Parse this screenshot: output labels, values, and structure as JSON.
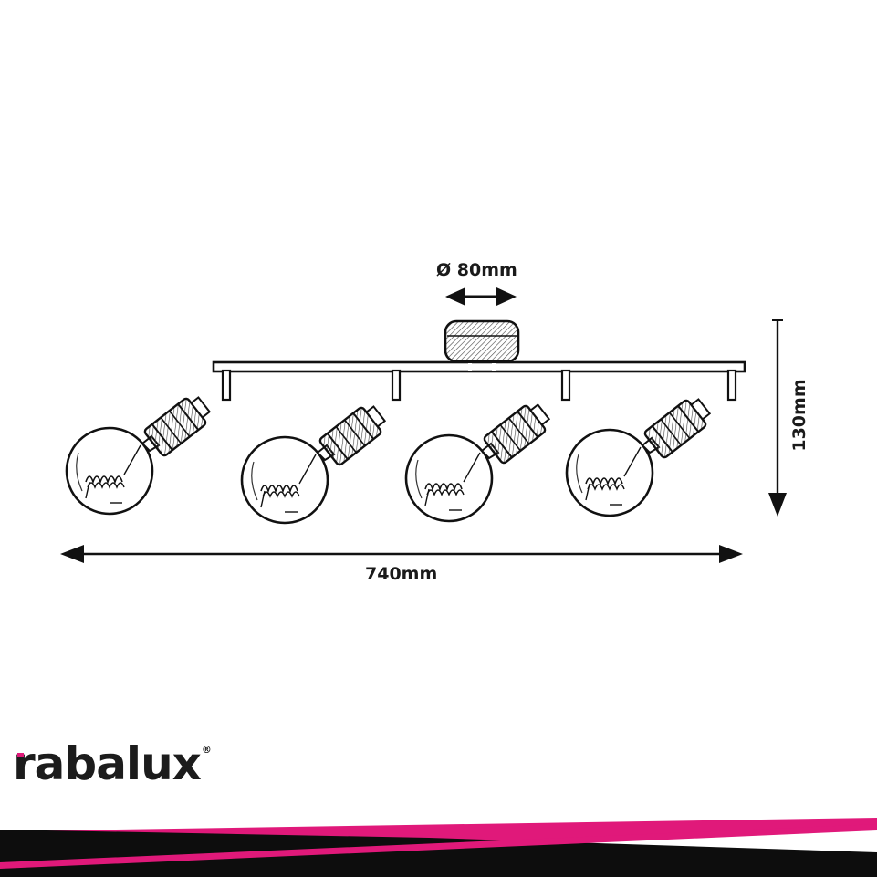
{
  "dimensions": {
    "diameter_label": "Ø 80mm",
    "height_label": "130mm",
    "width_label": "740mm"
  },
  "product": {
    "spotlights": 4
  },
  "brand": {
    "name": "rabalux",
    "registered": "®",
    "accent_color": "#e0197a",
    "stripe_dark": "#0d0d0d"
  }
}
